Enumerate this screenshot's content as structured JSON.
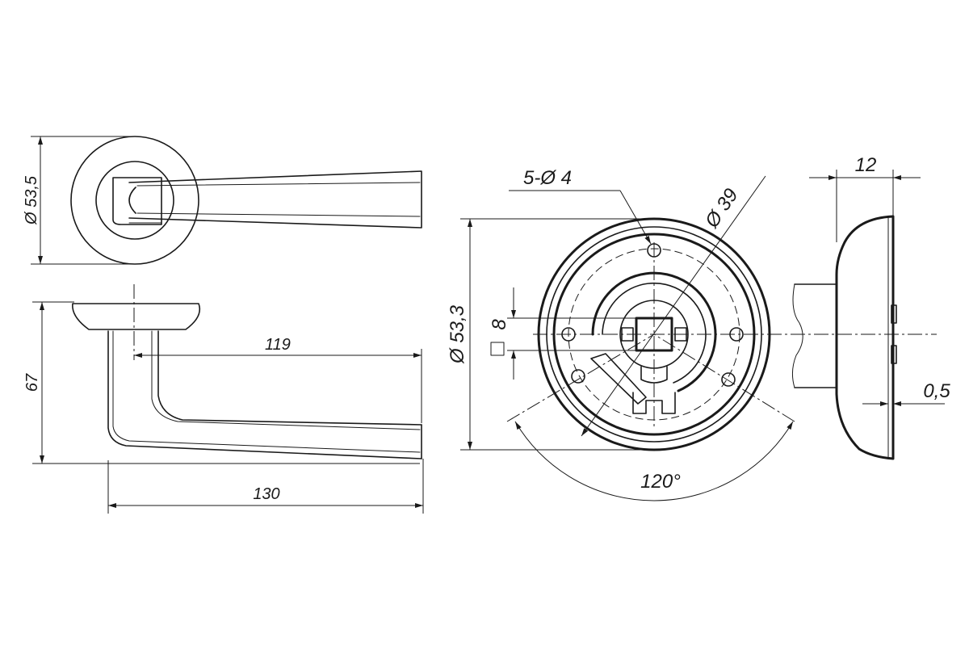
{
  "dimensions": {
    "front_diameter": "Ø 53,5",
    "height": "67",
    "inner_length": "119",
    "total_length": "130",
    "holes": "5-Ø 4",
    "bolt_circle": "Ø 39",
    "rose_diameter": "Ø 53,3",
    "square": "8",
    "angle": "120°",
    "rose_thickness": "12",
    "gap": "0,5"
  }
}
